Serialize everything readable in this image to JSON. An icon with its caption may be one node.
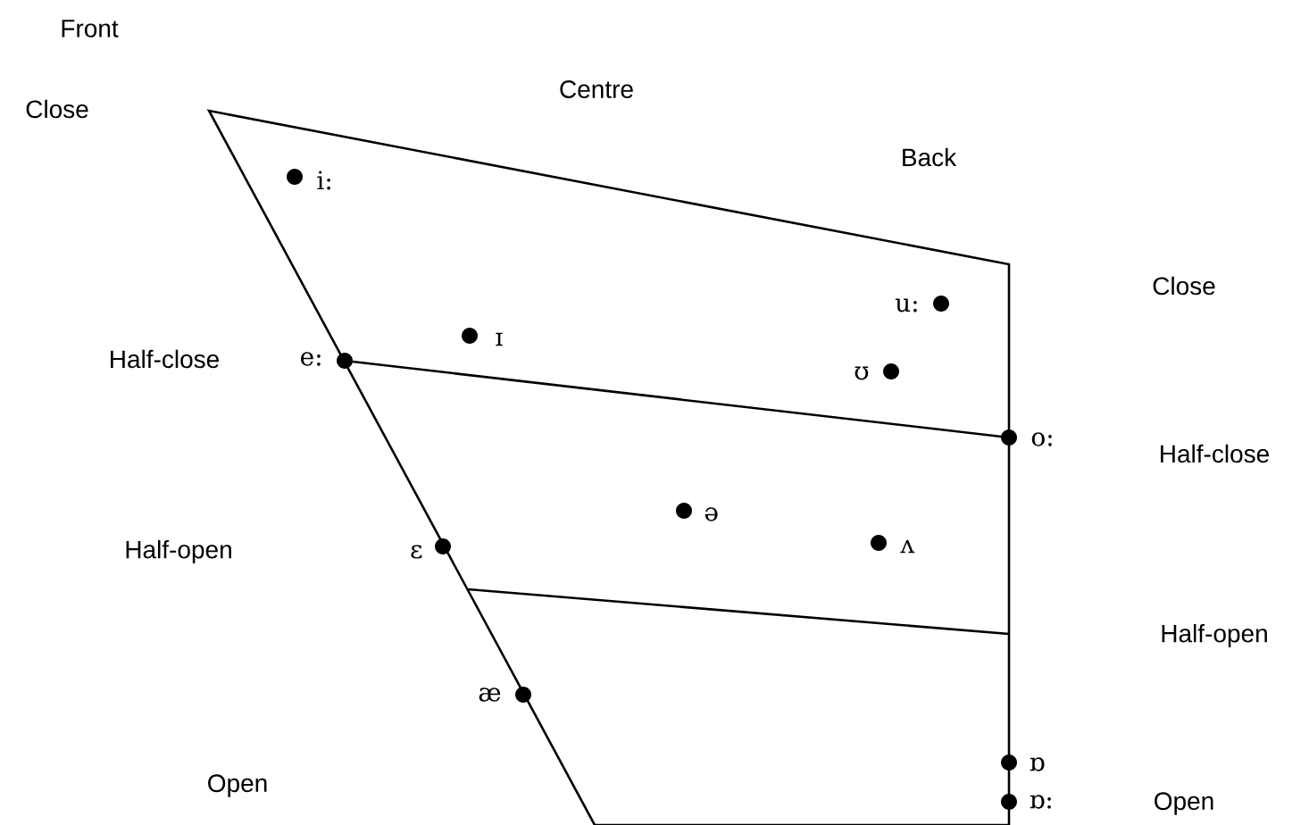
{
  "diagram": {
    "labels": [
      "Front",
      "Close",
      "Centre",
      "Back",
      "i:",
      "ɪ",
      "u:",
      "Close",
      "ʊ",
      "Half-close",
      "e:",
      "o:",
      "Half-close",
      "ə",
      "Half-open",
      "ɛ",
      "ʌ",
      "Half-open",
      "æ",
      "ɒ",
      "Open",
      "ɒ:",
      "Open"
    ]
  }
}
